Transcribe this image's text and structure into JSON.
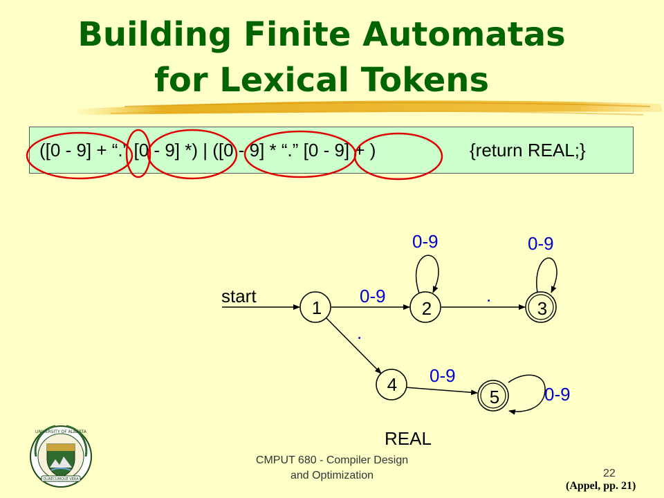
{
  "slide": {
    "title_line1": "Building Finite Automatas",
    "title_line2": "for Lexical Tokens",
    "regex": "([0 - 9] + “.” [0 - 9] *) | ([0 - 9] * “.” [0 - 9] + )",
    "action": "{return REAL;}",
    "footer_line1": "CMPUT 680 - Compiler Design",
    "footer_line2": "and Optimization",
    "page_number": "22",
    "citation": "(Appel, pp. 21)"
  },
  "automaton": {
    "start_label": "start",
    "states": [
      "1",
      "2",
      "3",
      "4",
      "5"
    ],
    "accepting_states": [
      "3",
      "5"
    ],
    "transitions": [
      {
        "from": "1",
        "to": "2",
        "label": "0-9"
      },
      {
        "from": "2",
        "to": "2",
        "label": "0-9"
      },
      {
        "from": "2",
        "to": "3",
        "label": "."
      },
      {
        "from": "3",
        "to": "3",
        "label": "0-9"
      },
      {
        "from": "1",
        "to": "4",
        "label": "."
      },
      {
        "from": "4",
        "to": "5",
        "label": "0-9"
      },
      {
        "from": "5",
        "to": "5",
        "label": "0-9"
      }
    ],
    "token_label": "REAL",
    "label_color": "#0000cc",
    "highlight_color": "#dd0000"
  },
  "logo": {
    "text_top": "UNIVERSITY OF ALBERTA",
    "text_bottom": "QUAECUMQUE VERA"
  }
}
